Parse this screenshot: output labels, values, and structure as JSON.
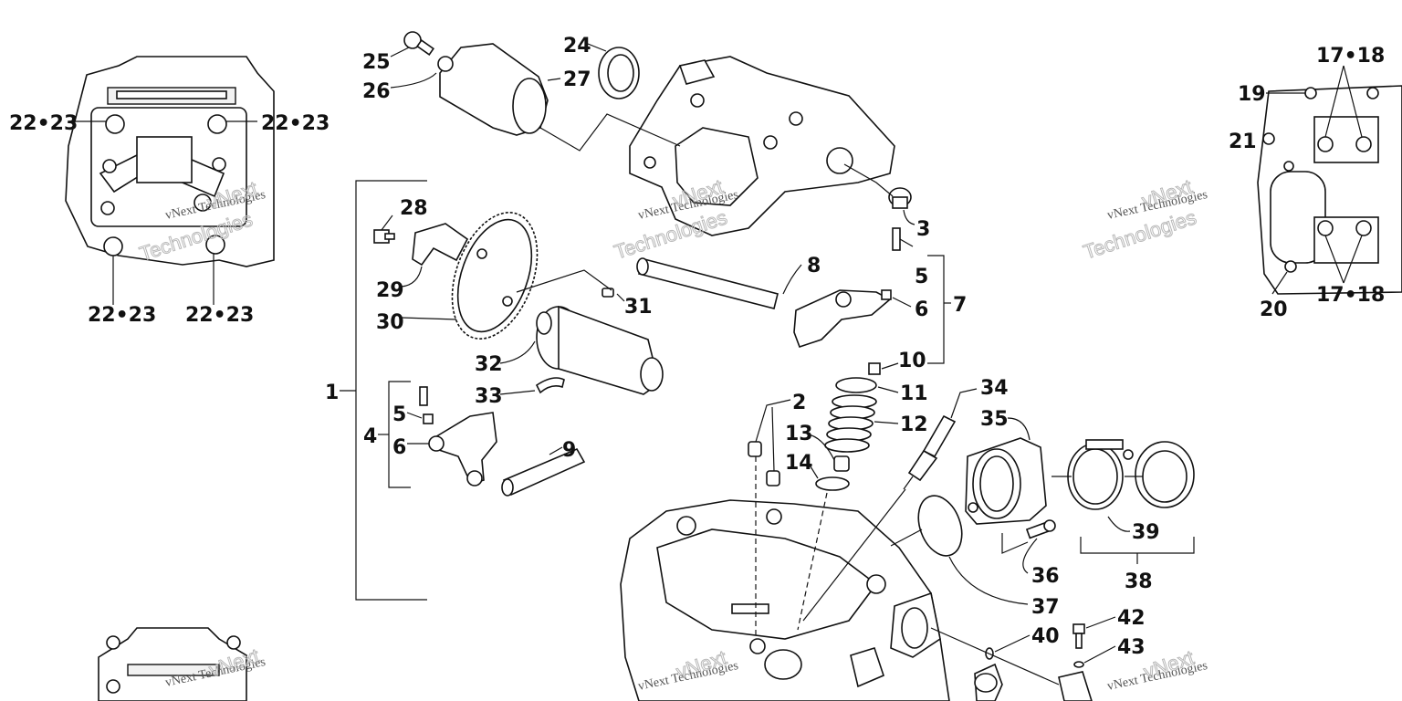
{
  "colors": {
    "ink": "#111111",
    "paper": "#ffffff",
    "watermark": "#b8b8b8"
  },
  "watermark": {
    "line1": "vNext Technologies",
    "line2": "vNext",
    "line3": "Technologies"
  },
  "callouts": {
    "n1": "1",
    "n2": "2",
    "n3": "3",
    "n4": "4",
    "n5a": "5",
    "n5b": "5",
    "n6a": "6",
    "n6b": "6",
    "n7": "7",
    "n8": "8",
    "n9": "9",
    "n10": "10",
    "n11": "11",
    "n12": "12",
    "n13": "13",
    "n14": "14",
    "n17_18a": "17•18",
    "n17_18b": "17•18",
    "n19": "19",
    "n20": "20",
    "n21": "21",
    "n22_23a": "22•23",
    "n22_23b": "22•23",
    "n22_23c": "22•23",
    "n22_23d": "22•23",
    "n24": "24",
    "n25": "25",
    "n26": "26",
    "n27": "27",
    "n28": "28",
    "n29": "29",
    "n30": "30",
    "n31": "31",
    "n32": "32",
    "n33": "33",
    "n34": "34",
    "n35": "35",
    "n36": "36",
    "n37": "37",
    "n38": "38",
    "n39": "39",
    "n40": "40",
    "n42": "42",
    "n43": "43"
  }
}
